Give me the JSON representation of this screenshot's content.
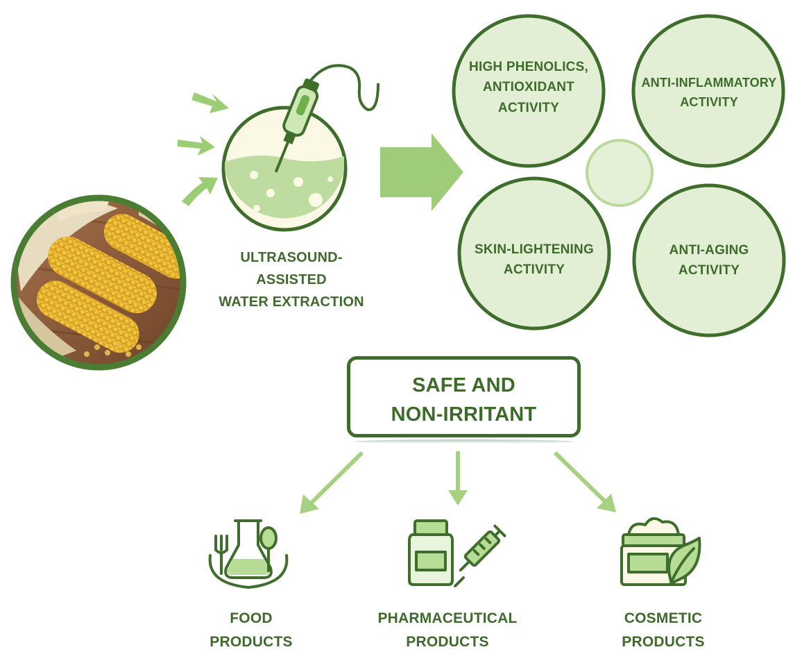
{
  "source": {
    "name": "corn"
  },
  "process": {
    "line1": "ULTRASOUND-",
    "line2": "ASSISTED",
    "line3": "WATER EXTRACTION"
  },
  "activities": {
    "top_left": [
      "HIGH PHENOLICS,",
      "ANTIOXIDANT",
      "ACTIVITY"
    ],
    "top_right": [
      "ANTI-INFLAMMATORY",
      "ACTIVITY"
    ],
    "bottom_left": [
      "SKIN-LIGHTENING",
      "ACTIVITY"
    ],
    "bottom_right": [
      "ANTI-AGING",
      "ACTIVITY"
    ]
  },
  "safety": {
    "line1": "SAFE AND",
    "line2": "NON-IRRITANT"
  },
  "applications": {
    "food": [
      "FOOD",
      "PRODUCTS"
    ],
    "pharma": [
      "PHARMACEUTICAL",
      "PRODUCTS"
    ],
    "cosmetic": [
      "COSMETIC",
      "PRODUCTS"
    ]
  },
  "colors": {
    "dark_green": "#3f6d2c",
    "mid_green": "#8fbf6a",
    "light_green": "#c9e3ad",
    "circle_fill": "#e6f1da",
    "corn_yellow": "#e8b52b",
    "husk": "#d9c9a5",
    "wood": "#8a5a3a"
  },
  "icons": {
    "food": "food-flask-fork-spoon-icon",
    "pharma": "pill-bottle-syringe-icon",
    "cosmetic": "cream-jar-leaf-icon",
    "probe": "ultrasound-probe-icon"
  }
}
